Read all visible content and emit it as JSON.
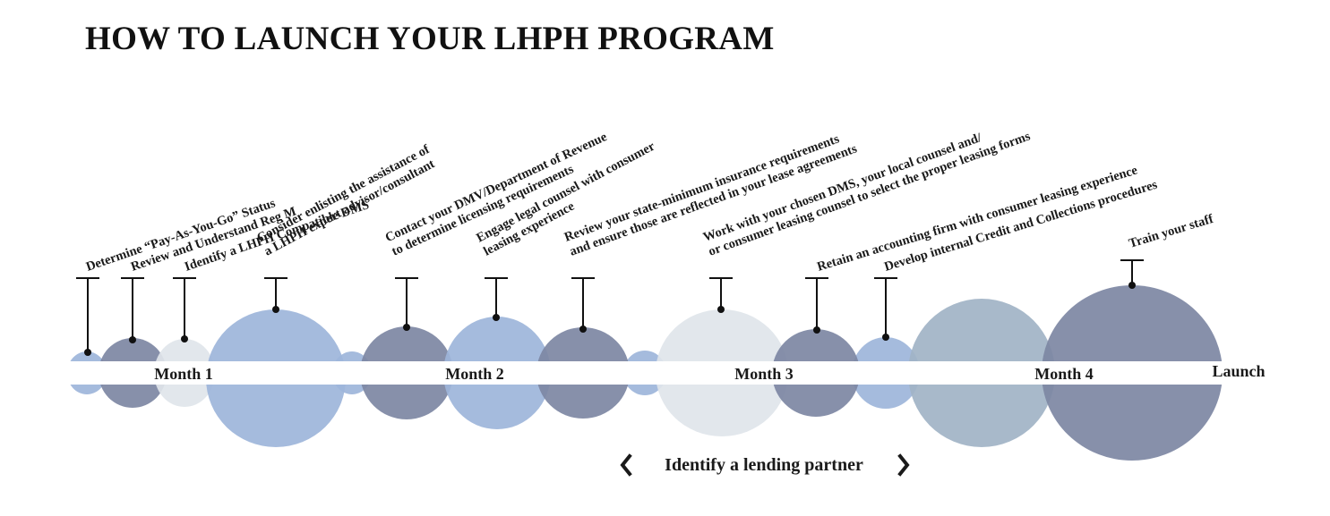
{
  "title": "HOW TO LAUNCH YOUR LHPH PROGRAM",
  "colors": {
    "navy": "#7d87a3",
    "light_blue": "#9db5da",
    "pale_gray": "#dfe5ea",
    "steel_blue": "#a1b3c6",
    "text": "#1a1a1a",
    "band": "#ffffff"
  },
  "months": [
    "Month 1",
    "Month 2",
    "Month 3",
    "Month 4"
  ],
  "launch_label": "Launch",
  "steps": [
    {
      "lines": [
        "Determine “Pay-As-You-Go” Status"
      ]
    },
    {
      "lines": [
        "Review and Understand Reg M"
      ]
    },
    {
      "lines": [
        "Identify a LHPH Compatible DMS"
      ]
    },
    {
      "lines": [
        "Consider enlisting the assistance of",
        "a LHPH expert advisor/consultant"
      ]
    },
    {
      "lines": [
        "Contact your DMV/Department of Revenue",
        "to determine licensing requirements"
      ]
    },
    {
      "lines": [
        "Engage legal counsel with consumer",
        "leasing experience"
      ]
    },
    {
      "lines": [
        "Review your state-minimum insurance requirements",
        "and ensure those are reflected in your lease agreements"
      ]
    },
    {
      "lines": [
        "Work with your chosen DMS, your local counsel and/",
        "or consumer leasing counsel to select the proper leasing forms"
      ]
    },
    {
      "lines": [
        "Retain an accounting firm with consumer leasing experience"
      ]
    },
    {
      "lines": [
        "Develop internal Credit and Collections procedures"
      ]
    },
    {
      "lines": [
        "Train your staff"
      ]
    }
  ],
  "lending": {
    "label": "Identify a lending partner",
    "prev_icon": "chevron-left-icon",
    "next_icon": "chevron-right-icon"
  }
}
